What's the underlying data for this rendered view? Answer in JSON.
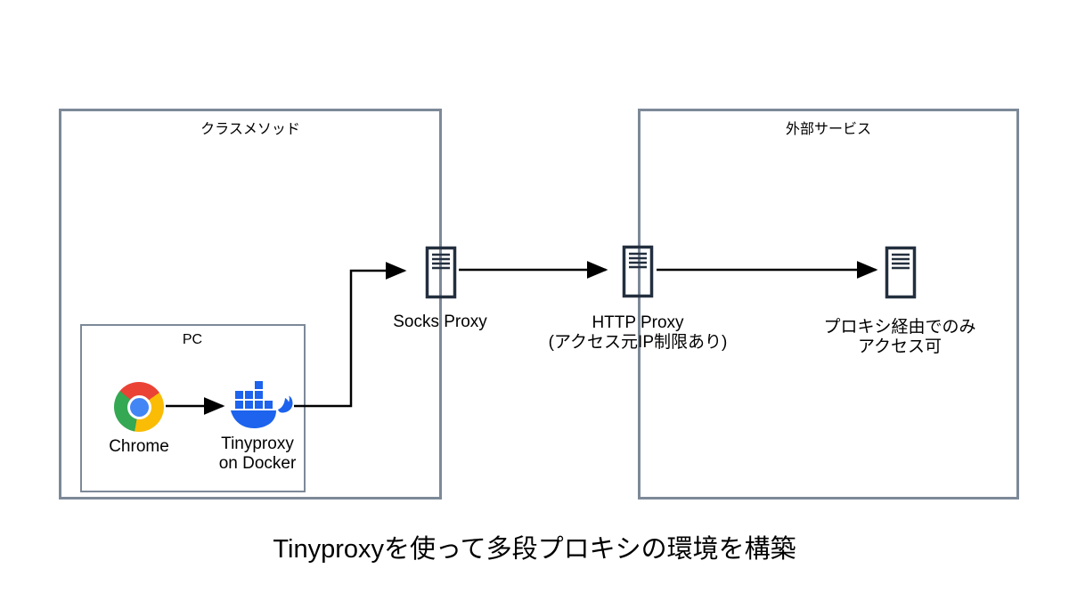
{
  "title": {
    "text": "Tinyproxyを使って多段プロキシの環境を構築"
  },
  "groups": {
    "classmethod": {
      "label": "クラスメソッド"
    },
    "external_service": {
      "label": "外部サービス"
    },
    "pc": {
      "label": "PC"
    }
  },
  "nodes": {
    "chrome": {
      "label": "Chrome"
    },
    "tinyproxy": {
      "line1": "Tinyproxy",
      "line2": "on Docker"
    },
    "socks_proxy": {
      "label": "Socks Proxy"
    },
    "http_proxy": {
      "line1": "HTTP Proxy",
      "line2": "(アクセス元IP制限あり)"
    },
    "external_server": {
      "line1": "プロキシ経由でのみ",
      "line2": "アクセス可"
    }
  },
  "colors": {
    "group_border": "#7d8998",
    "server_icon": "#232f3e",
    "arrow": "#000000",
    "docker_blue": "#1d63ed",
    "chrome_red": "#ea4335",
    "chrome_yellow": "#fbbc05",
    "chrome_green": "#34a853",
    "chrome_center_blue": "#4285f4"
  }
}
